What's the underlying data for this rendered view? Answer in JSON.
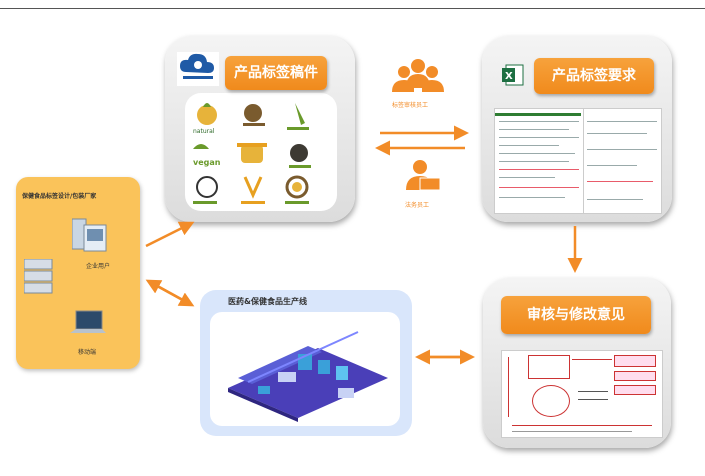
{
  "colors": {
    "accent": "#f28c28",
    "card": "#e6e6e6",
    "factory": "#fac35a",
    "prodline": "#d9e6fb"
  },
  "nodes": {
    "manuscript": {
      "title": "产品标签稿件",
      "logo_icon": "cloud-logo-icon"
    },
    "requirements": {
      "title": "产品标签要求",
      "icon": "excel-icon"
    },
    "review": {
      "title": "审核与修改意见"
    },
    "factory": {
      "title": "保健食品标签设计/包装厂家",
      "server_label": "企业用户",
      "laptop_label": "移动端"
    },
    "production": {
      "title": "医药&保健食品生产线"
    }
  },
  "people": {
    "group": {
      "label": "标签审核员工",
      "icon": "people-group-icon"
    },
    "single": {
      "label": "法务员工",
      "icon": "person-laptop-icon"
    }
  },
  "manuscript_labels": [
    "natural",
    "",
    "",
    "vegan",
    "",
    "",
    "",
    "",
    ""
  ]
}
